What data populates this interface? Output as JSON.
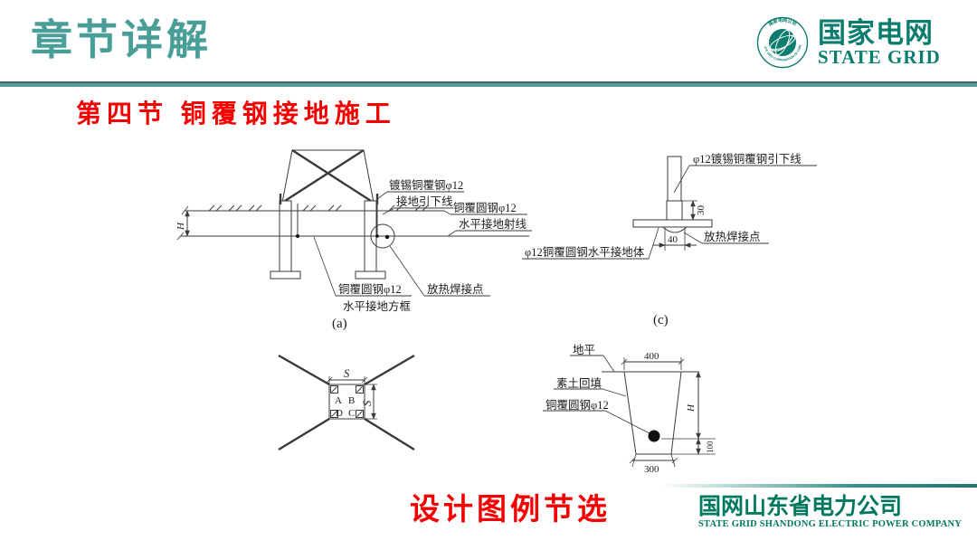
{
  "colors": {
    "teal_title": "#4A9E98",
    "brand_green": "#0A7D6E",
    "accent_red": "#F50000",
    "line_dark": "#3a3a3a"
  },
  "header": {
    "title": "章节详解"
  },
  "logo": {
    "name_cn": "国家电网",
    "name_en": "STATE GRID",
    "ring_top": "国家电网公司",
    "ring_bottom": "STATE GRID CORPORATION OF CHINA"
  },
  "section": {
    "title": "第四节  铜覆钢接地施工"
  },
  "diagram_a": {
    "label_downlead_1": "镀锡铜覆钢φ12",
    "label_downlead_2": "接地引下线",
    "label_ray_1": "铜覆圆钢φ12",
    "label_ray_2": "水平接地射线",
    "label_frame_1": "铜覆圆钢φ12",
    "label_frame_2": "水平接地方框",
    "label_weld": "放热焊接点",
    "dim_h": "H",
    "caption": "(a)"
  },
  "diagram_c": {
    "label_downlead": "φ12镀锡铜覆钢引下线",
    "label_weld": "放热焊接点",
    "label_body": "φ12铜覆圆钢水平接地体",
    "dim_30": "30",
    "dim_40": "40",
    "caption": "(c)"
  },
  "diagram_square": {
    "dim_s_top": "S",
    "dim_s_right": "S",
    "corner_a": "A",
    "corner_b": "B",
    "corner_c": "C",
    "corner_d": "D"
  },
  "diagram_trench": {
    "label_ground": "地平",
    "label_backfill": "素土回填",
    "label_rod": "铜覆圆钢φ12",
    "dim_top": "400",
    "dim_bottom": "300",
    "dim_height": "H",
    "dim_offset": "100"
  },
  "footnote": {
    "caption": "设计图例节选"
  },
  "footer": {
    "company_cn": "国网山东省电力公司",
    "company_en": "STATE GRID SHANDONG ELECTRIC POWER COMPANY"
  }
}
